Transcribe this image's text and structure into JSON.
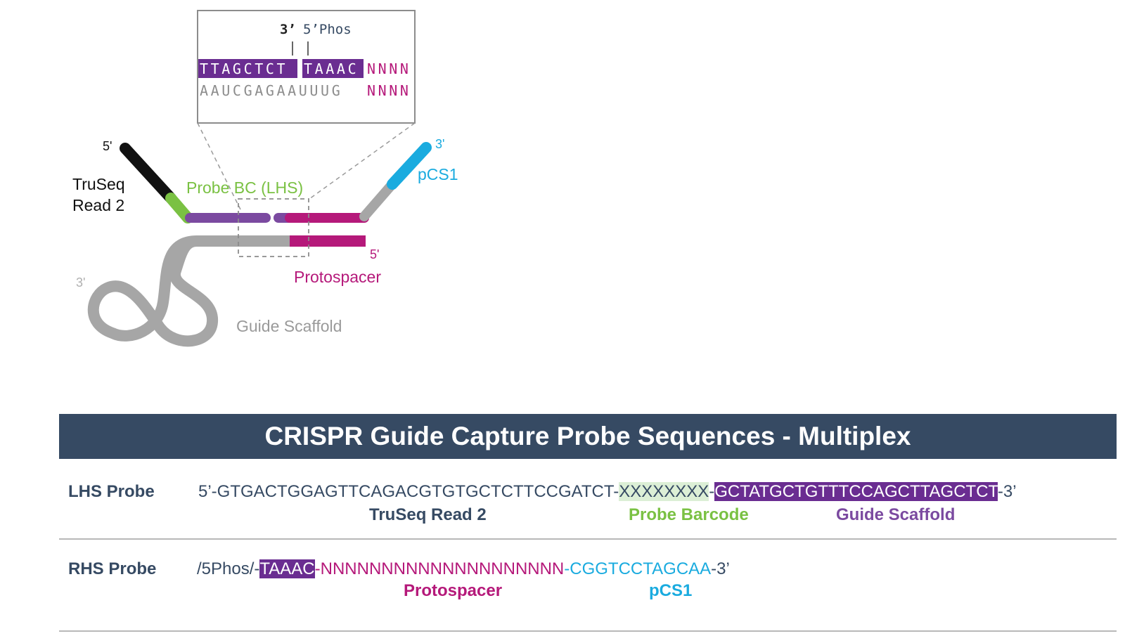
{
  "colors": {
    "truseq": "#111111",
    "barcode": "#7ac143",
    "scaffold": "#7b4aa0",
    "protospacer": "#b5197a",
    "pcs1": "#1aabdf",
    "gray": "#a6a6a6",
    "banner": "#364a63",
    "dark_purple": "#6a2d91"
  },
  "diagram": {
    "inset": {
      "end3_label": "3’",
      "end5_label": "5’Phos",
      "top_left_seq": "TTAGCTCT",
      "top_right_seq": "TAAAC",
      "top_n": "NNNN",
      "bottom_seq": "AAUCGAGAAUUUG",
      "bottom_n": "NNNN"
    },
    "labels": {
      "five_prime_top": "5'",
      "truseq_line1": "TruSeq",
      "truseq_line2": "Read 2",
      "probe_bc": "Probe BC (LHS)",
      "three_prime_pcs1": "3'",
      "pcs1": "pCS1",
      "five_prime_guide": "5'",
      "protospacer": "Protospacer",
      "three_prime_guide": "3'",
      "guide_scaffold": "Guide Scaffold"
    }
  },
  "table": {
    "title": "CRISPR Guide Capture Probe Sequences - Multiplex",
    "lhs": {
      "label": "LHS Probe",
      "prefix": "5’-",
      "truseq_seq": "GTGACTGGAGTTCAGACGTGTGCTCTTCCGATCT",
      "dash1": "-",
      "barcode_seq": "XXXXXXXX",
      "dash2": "-",
      "scaffold_seq": "GCTATGCTGTTTCCAGCTTAGCTCT",
      "suffix": "-3’",
      "truseq_label": "TruSeq Read 2",
      "barcode_label": "Probe Barcode",
      "scaffold_label": "Guide Scaffold"
    },
    "rhs": {
      "label": "RHS Probe",
      "prefix": "/5Phos/-",
      "taaac_seq": "TAAAC",
      "dash1": "-",
      "n_seq": "NNNNNNNNNNNNNNNNNNNN",
      "dash2": "-",
      "pcs1_seq": "CGGTCCTAGCAA",
      "suffix": "-3’",
      "protospacer_label": "Protospacer",
      "pcs1_label": "pCS1"
    }
  }
}
